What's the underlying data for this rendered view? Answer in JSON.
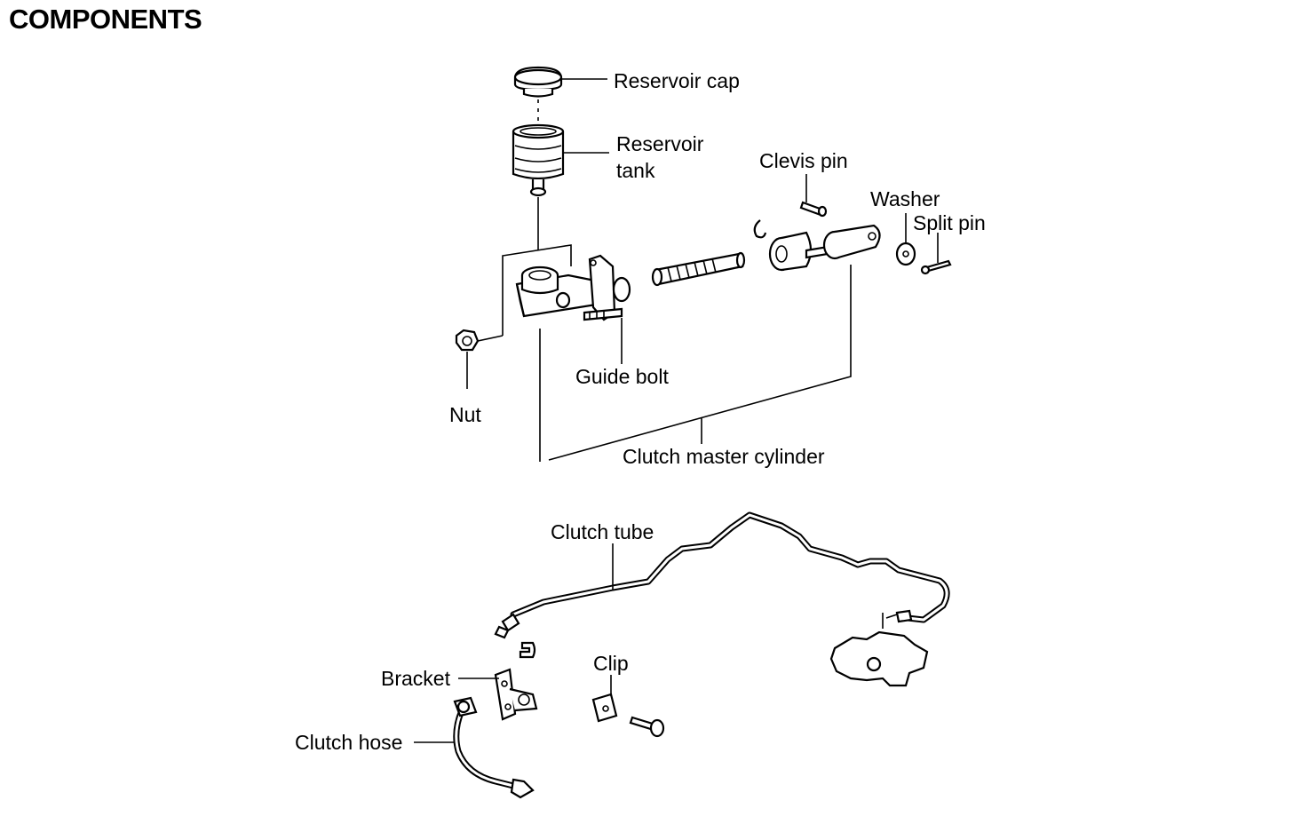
{
  "title": "COMPONENTS",
  "labels": {
    "reservoir_cap": "Reservoir cap",
    "reservoir_tank_line1": "Reservoir",
    "reservoir_tank_line2": "tank",
    "clevis_pin": "Clevis pin",
    "washer": "Washer",
    "split_pin": "Split pin",
    "guide_bolt": "Guide bolt",
    "nut": "Nut",
    "clutch_master_cylinder": "Clutch master cylinder",
    "clutch_tube": "Clutch tube",
    "clip": "Clip",
    "bracket": "Bracket",
    "clutch_hose": "Clutch hose"
  }
}
